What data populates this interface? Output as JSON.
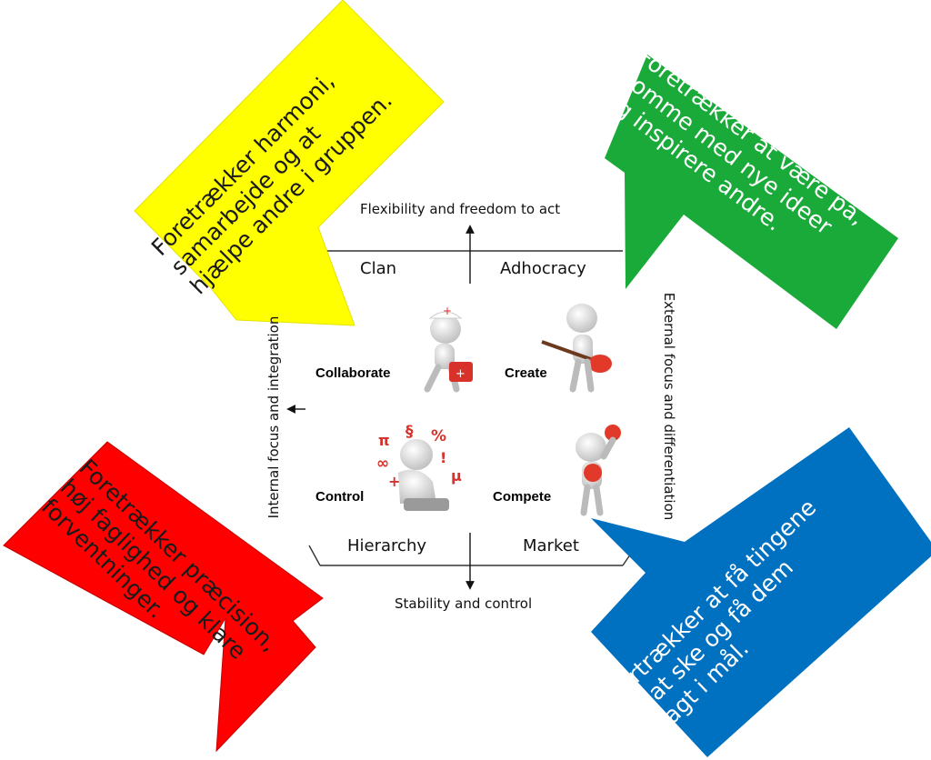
{
  "axes": {
    "top": "Flexibility and freedom to act",
    "bottom": "Stability and control",
    "left": "Internal focus and integration",
    "right": "External focus and differentiation"
  },
  "quadrants": {
    "top_left": "Clan",
    "top_right": "Adhocracy",
    "bottom_left": "Hierarchy",
    "bottom_right": "Market"
  },
  "actions": {
    "top_left": "Collaborate",
    "top_right": "Create",
    "bottom_left": "Control",
    "bottom_right": "Compete"
  },
  "bubbles": {
    "yellow": {
      "color": "#ffff00",
      "lines": [
        "Foretrækker harmoni,",
        "samarbejde og at",
        "hjælpe andre i gruppen."
      ]
    },
    "green": {
      "color": "#1aaa3a",
      "lines": [
        "Foretrækker at være på,",
        "komme med nye ideer",
        "og inspirere andre."
      ]
    },
    "red": {
      "color": "#ff0000",
      "lines": [
        "Foretrækker præcision,",
        "høj faglighed og klare",
        "forventninger."
      ]
    },
    "blue": {
      "color": "#0070c0",
      "lines": [
        "Fortrækker at få tingene",
        "til at ske og få dem",
        "bragt i mål."
      ]
    }
  },
  "symbols": [
    "π",
    "§",
    "%",
    "∞",
    "!",
    "μ",
    "+"
  ]
}
